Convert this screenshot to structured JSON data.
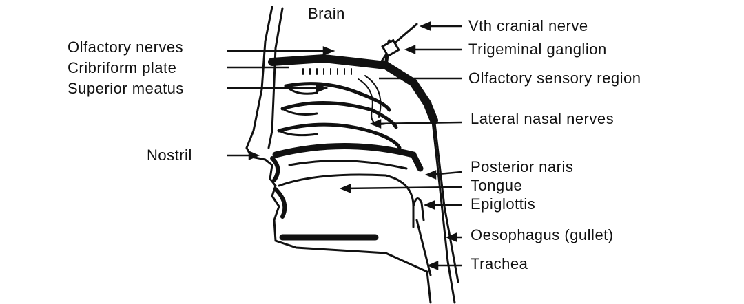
{
  "title": "Nasal cavity and olfactory region (sagittal section)",
  "labels": {
    "brain": "Brain",
    "vth_cranial_nerve": "Vth cranial nerve",
    "trigeminal_ganglion": "Trigeminal ganglion",
    "olfactory_nerves": "Olfactory nerves",
    "cribriform_plate": "Cribriform plate",
    "superior_meatus": "Superior meatus",
    "olfactory_sensory_region": "Olfactory sensory region",
    "lateral_nasal_nerves": "Lateral nasal nerves",
    "nostril": "Nostril",
    "posterior_naris": "Posterior naris",
    "tongue": "Tongue",
    "epiglottis": "Epiglottis",
    "oesophagus": "Oesophagus (gullet)",
    "trachea": "Trachea"
  }
}
